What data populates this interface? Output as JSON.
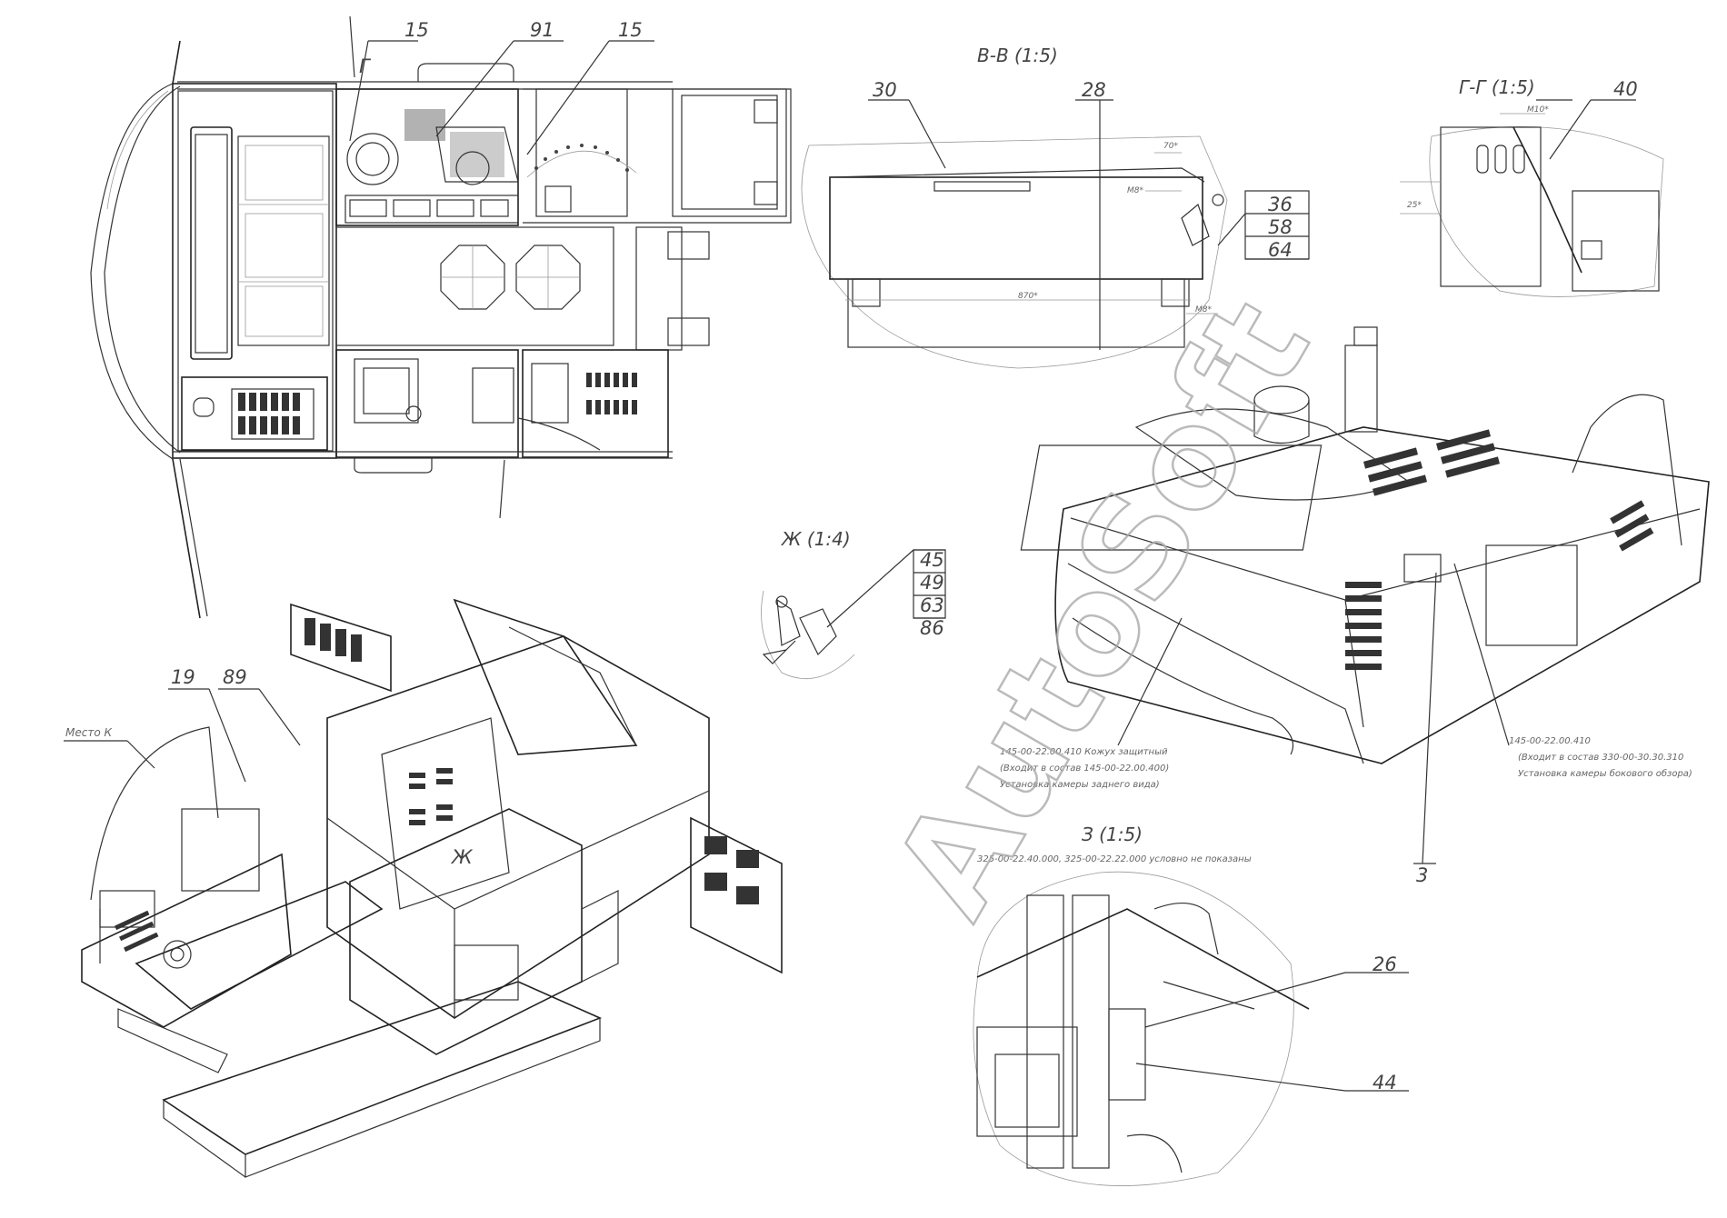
{
  "watermark": "AutoSoft",
  "sections": {
    "bb": "В-В (1:5)",
    "gg": "Г-Г (1:5)",
    "zh": "Ж (1:4)",
    "z": "З (1:5)"
  },
  "marks": {
    "g_cut": "Г",
    "zh_view": "Ж",
    "mesto": "Место К"
  },
  "callouts": {
    "c15a": "15",
    "c91": "91",
    "c15b": "15",
    "c30": "30",
    "c28": "28",
    "c36": "36",
    "c58": "58",
    "c64": "64",
    "c40": "40",
    "c45": "45",
    "c49": "49",
    "c63": "63",
    "c86": "86",
    "c19": "19",
    "c89": "89",
    "c3": "3",
    "c26": "26",
    "c44": "44"
  },
  "dims": {
    "d70": "70*",
    "m8a": "M8*",
    "d870": "870*",
    "m8b": "M8*",
    "m10": "M10*",
    "d25": "25*"
  },
  "notes": {
    "rear1": "145-00-22.00.410 Кожух защитный",
    "rear2": "(Входит в состав 145-00-22.00.400)",
    "rear3": "Установка камеры заднего вида)",
    "side1": "145-00-22.00.410",
    "side2": "(Входит в состав 330-00-30.30.310",
    "side3": "Установка камеры бокового обзора)",
    "z_note": "325-00-22.40.000, 325-00-22.22.000 условно не показаны"
  }
}
